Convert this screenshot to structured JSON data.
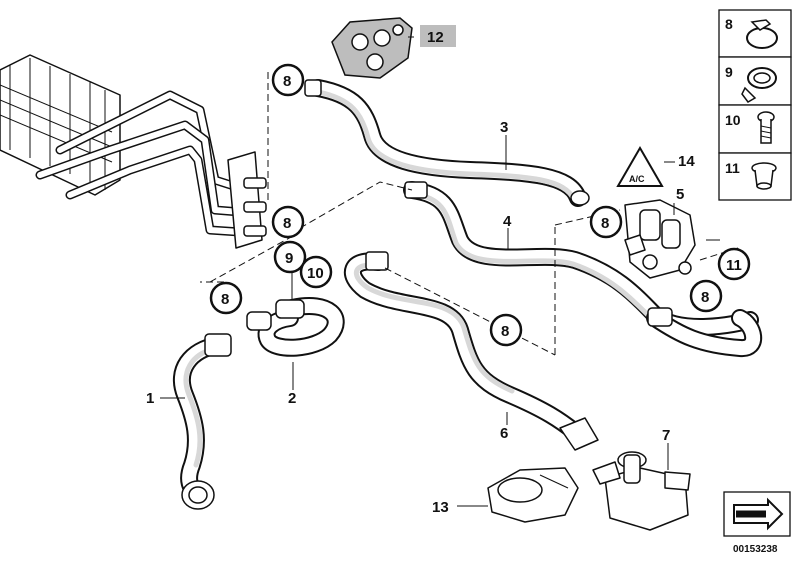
{
  "diagram_id": "00153238",
  "callouts": {
    "c1": "1",
    "c2": "2",
    "c3": "3",
    "c4": "4",
    "c5": "5",
    "c6": "6",
    "c7": "7",
    "c8a": "8",
    "c8b": "8",
    "c8c": "8",
    "c8d": "8",
    "c8e": "8",
    "c8f": "8",
    "c9": "9",
    "c10": "10",
    "c11": "11",
    "c12": "12",
    "c13": "13",
    "c14": "14"
  },
  "warning_label": "A/C",
  "legend": [
    {
      "num": "8",
      "icon": "hose-clamp-icon"
    },
    {
      "num": "9",
      "icon": "p-clip-icon"
    },
    {
      "num": "10",
      "icon": "bolt-icon"
    },
    {
      "num": "11",
      "icon": "grommet-icon"
    }
  ]
}
